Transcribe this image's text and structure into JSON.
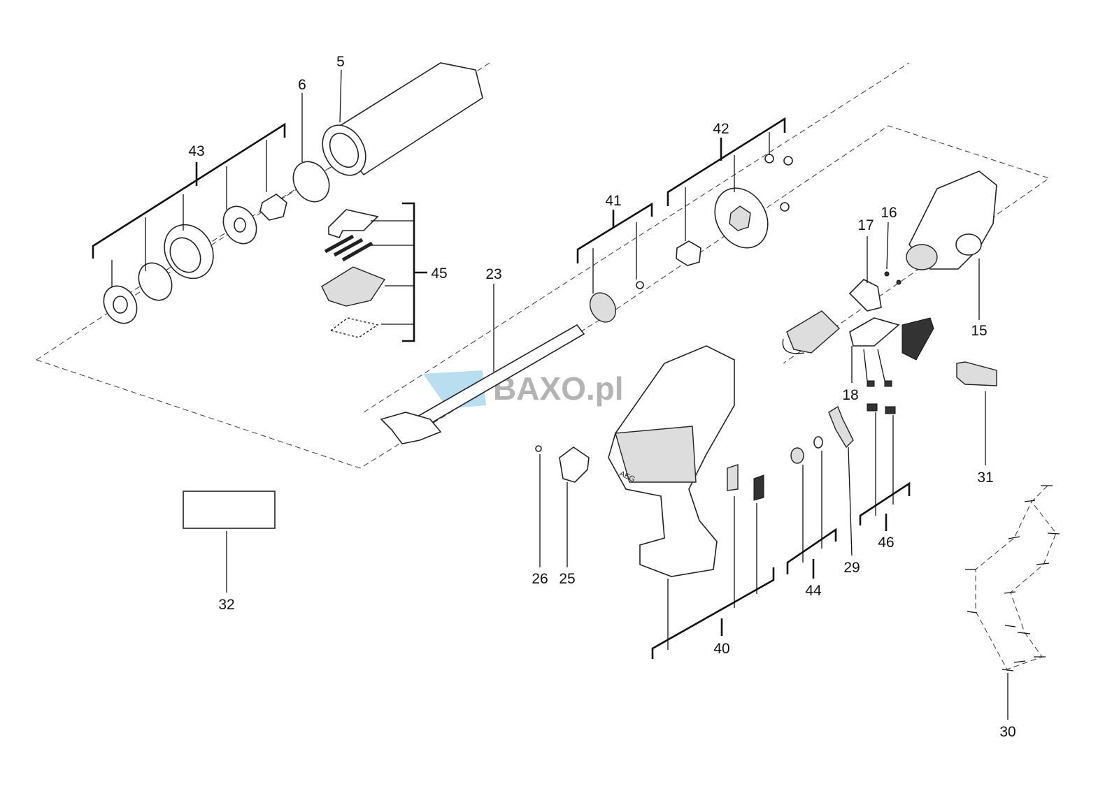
{
  "diagram": {
    "type": "exploded-parts-view",
    "watermark": "BAXO.pl",
    "brand_on_tool": "AEG",
    "part_labels": {
      "p5": "5",
      "p6": "6",
      "p43": "43",
      "p45": "45",
      "p23": "23",
      "p41": "41",
      "p42": "42",
      "p17": "17",
      "p16": "16",
      "p15": "15",
      "p18": "18",
      "p31": "31",
      "p26": "26",
      "p25": "25",
      "p32": "32",
      "p40": "40",
      "p44": "44",
      "p29": "29",
      "p46": "46",
      "p30": "30"
    }
  }
}
